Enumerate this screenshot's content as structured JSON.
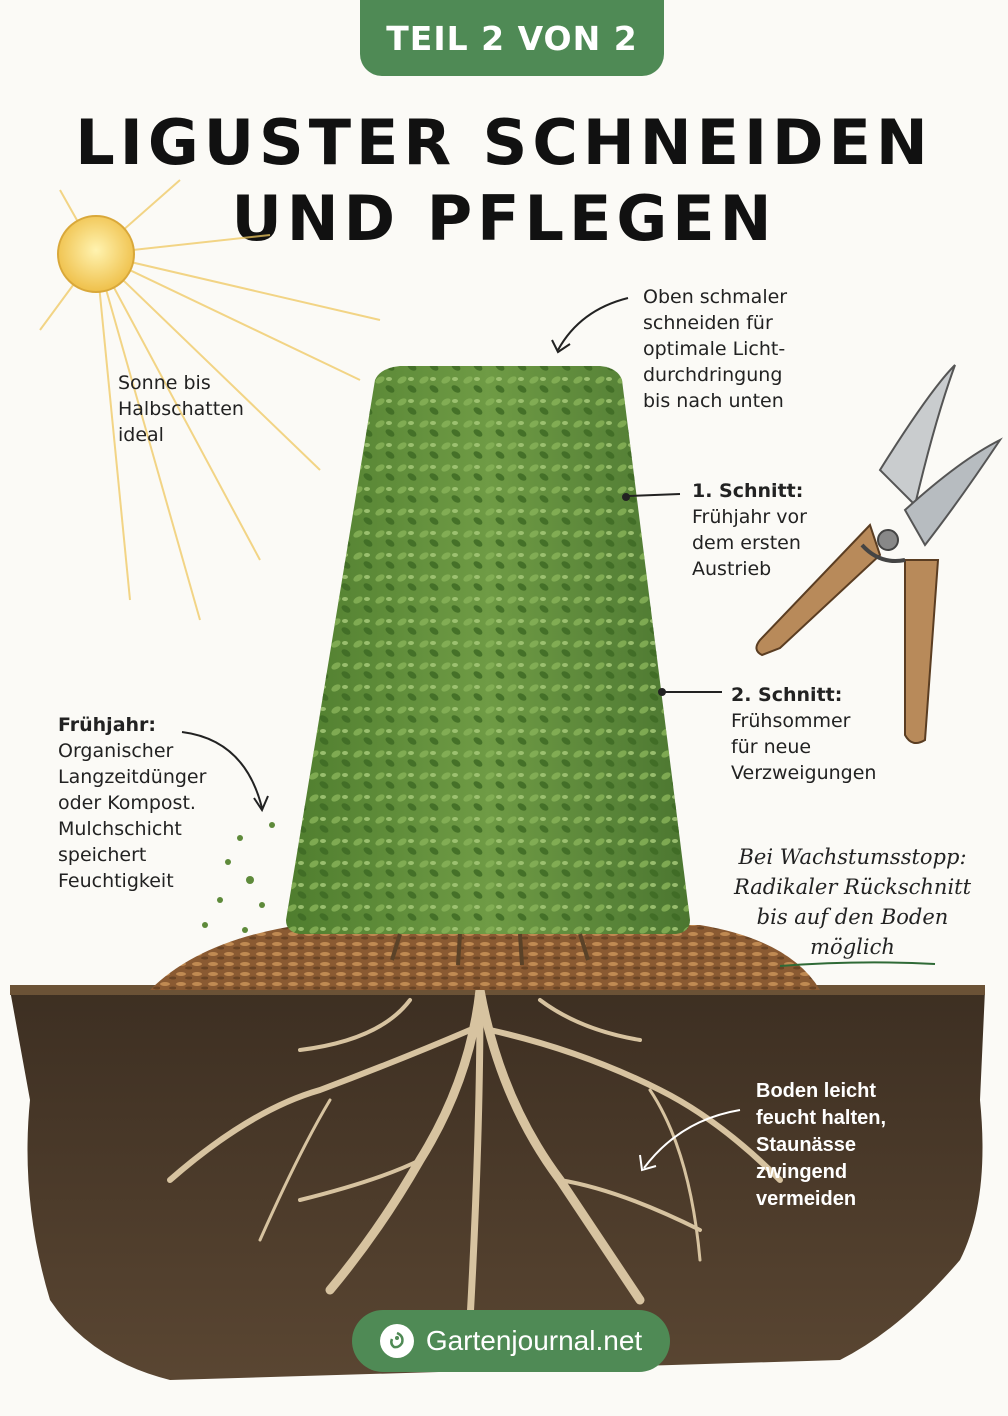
{
  "badge": {
    "text": "TEIL 2 VON 2"
  },
  "title": {
    "line1": "LIGUSTER SCHNEIDEN",
    "line2": "UND PFLEGEN"
  },
  "annotations": {
    "sun": {
      "line1": "Sonne bis",
      "line2": "Halbschatten",
      "line3": "ideal"
    },
    "top_cut": {
      "line1": "Oben schmaler",
      "line2": "schneiden für",
      "line3": "optimale Licht-",
      "line4": "durchdringung",
      "line5": "bis nach unten"
    },
    "cut1": {
      "heading": "1. Schnitt:",
      "line1": "Frühjahr vor",
      "line2": "dem ersten",
      "line3": "Austrieb"
    },
    "cut2": {
      "heading": "2. Schnitt:",
      "line1": "Frühsommer",
      "line2": "für neue",
      "line3": "Verzweigungen"
    },
    "spring": {
      "heading": "Frühjahr:",
      "line1": "Organischer",
      "line2": "Langzeitdünger",
      "line3": "oder Kompost.",
      "line4": "Mulchschicht",
      "line5": "speichert",
      "line6": "Feuchtigkeit"
    },
    "growth_stop": {
      "line1": "Bei Wachstumsstopp:",
      "line2": "Radikaler Rückschnitt",
      "line3": "bis auf den Boden",
      "line4": "möglich"
    },
    "soil": {
      "line1": "Boden leicht",
      "line2": "feucht halten,",
      "line3": "Staunässe",
      "line4": "zwingend",
      "line5": "vermeiden"
    }
  },
  "footer": {
    "text": "Gartenjournal.net",
    "logo_icon": "leaf-logo-icon"
  },
  "colors": {
    "accent_green": "#4f8a55",
    "hedge_green": "#5b8a3a",
    "soil_brown": "#4a3a2a",
    "mulch": "#9a6a3c",
    "sun": "#f2c94c"
  }
}
